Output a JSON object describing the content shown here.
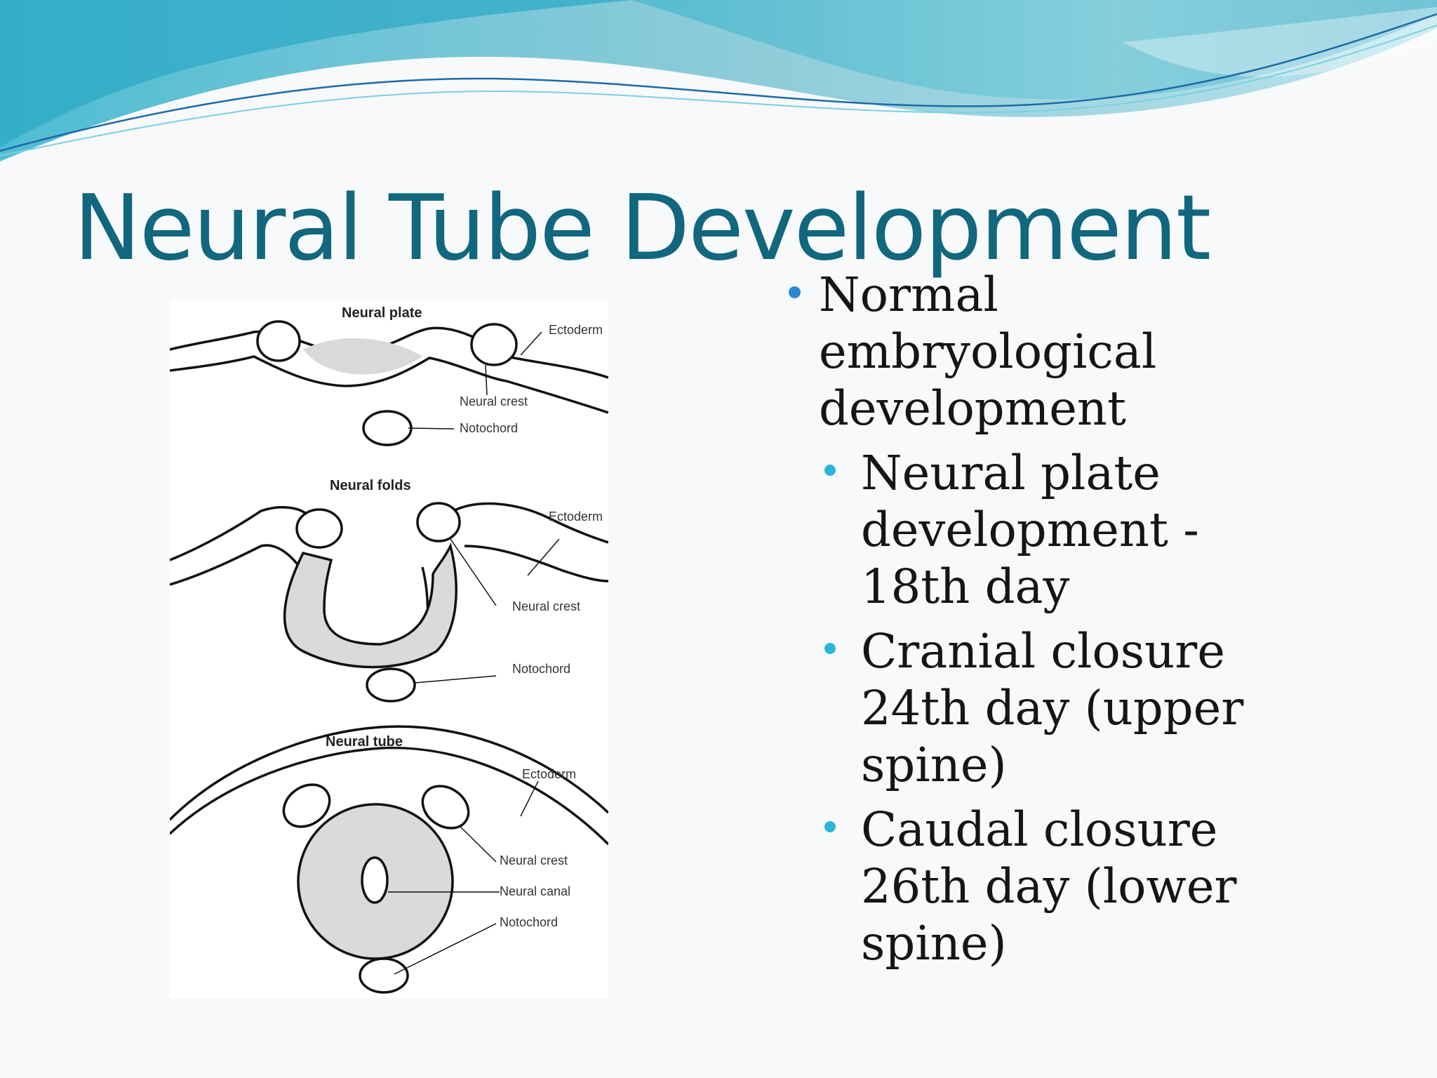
{
  "slide": {
    "title": "Neural Tube Development",
    "figure": {
      "panels": [
        {
          "heading": "Neural plate",
          "labels": [
            "Ectoderm",
            "Neural crest",
            "Notochord"
          ]
        },
        {
          "heading": "Neural folds",
          "labels": [
            "Ectoderm",
            "Neural crest",
            "Notochord"
          ]
        },
        {
          "heading": "Neural tube",
          "labels": [
            "Ectoderm",
            "Neural crest",
            "Neural canal",
            "Notochord"
          ]
        }
      ]
    },
    "bullets": [
      {
        "level": 1,
        "text": "Normal embryological development"
      },
      {
        "level": 2,
        "text": "Neural plate development - 18th day"
      },
      {
        "level": 2,
        "text": "Cranial closure 24th day (upper spine)"
      },
      {
        "level": 2,
        "text": "Caudal closure 26th day (lower spine)"
      }
    ]
  },
  "colors": {
    "title": "#11677d",
    "bullet_primary": "#2e88cf",
    "bullet_secondary": "#2bb6d9",
    "wave": "#5fc3d6"
  }
}
